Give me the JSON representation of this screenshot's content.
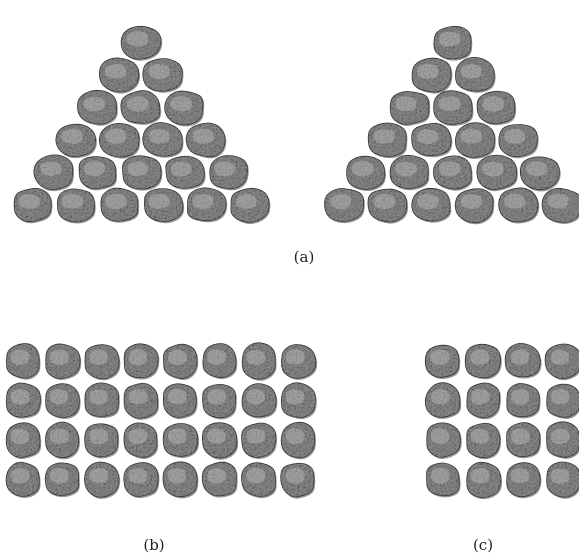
{
  "panels": {
    "a": {
      "caption": "(a)",
      "shape": "triangular stack",
      "row_counts": [
        1,
        2,
        3,
        4,
        5,
        6
      ],
      "copies": 2
    },
    "b": {
      "caption": "(b)",
      "shape": "rectangular grid",
      "rows": 4,
      "columns": 8
    },
    "c": {
      "caption": "(c)",
      "shape": "rectangular grid",
      "rows": 4,
      "columns": 4
    }
  },
  "colors": {
    "block_base": "#8a8a8a",
    "block_dark": "#3c3c3c",
    "block_light": "#d2d2d2",
    "background": "#ffffff"
  }
}
